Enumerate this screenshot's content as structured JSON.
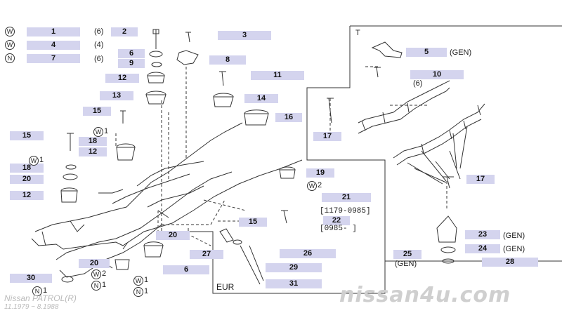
{
  "diagram": {
    "section_tag": "T",
    "region_tag": "EUR",
    "caption": {
      "model": "Nissan PATROL(R)",
      "date_range": "11.1979 ~ 8.1988"
    },
    "watermark": "nissan4u.com",
    "date_codes": [
      "[1179-0985]",
      "[0985-    ]"
    ],
    "legend": [
      {
        "code": "W",
        "part": "1",
        "qty": "(6)"
      },
      {
        "code": "W",
        "part": "4",
        "qty": "(4)"
      },
      {
        "code": "N",
        "part": "7",
        "qty": "(6)"
      }
    ],
    "callouts": [
      {
        "id": "c1",
        "text": "1"
      },
      {
        "id": "c2",
        "text": "2"
      },
      {
        "id": "c3",
        "text": "3"
      },
      {
        "id": "c4",
        "text": "4"
      },
      {
        "id": "c5",
        "text": "5"
      },
      {
        "id": "c6a",
        "text": "6"
      },
      {
        "id": "c7",
        "text": "7"
      },
      {
        "id": "c8",
        "text": "8"
      },
      {
        "id": "c9",
        "text": "9"
      },
      {
        "id": "c10",
        "text": "10"
      },
      {
        "id": "c11",
        "text": "11"
      },
      {
        "id": "c12a",
        "text": "12"
      },
      {
        "id": "c13",
        "text": "13"
      },
      {
        "id": "c14",
        "text": "14"
      },
      {
        "id": "c15a",
        "text": "15"
      },
      {
        "id": "c15b",
        "text": "15"
      },
      {
        "id": "c16",
        "text": "16"
      },
      {
        "id": "c17a",
        "text": "17"
      },
      {
        "id": "c17b",
        "text": "17"
      },
      {
        "id": "c18a",
        "text": "18"
      },
      {
        "id": "c12b",
        "text": "12"
      },
      {
        "id": "c18b",
        "text": "18"
      },
      {
        "id": "c19",
        "text": "19"
      },
      {
        "id": "c20a",
        "text": "20"
      },
      {
        "id": "c12c",
        "text": "12"
      },
      {
        "id": "c21",
        "text": "21"
      },
      {
        "id": "c15c",
        "text": "15"
      },
      {
        "id": "c22",
        "text": "22"
      },
      {
        "id": "c20b",
        "text": "20"
      },
      {
        "id": "c23",
        "text": "23"
      },
      {
        "id": "c24",
        "text": "24"
      },
      {
        "id": "c25",
        "text": "25"
      },
      {
        "id": "c26",
        "text": "26"
      },
      {
        "id": "c27",
        "text": "27"
      },
      {
        "id": "c28",
        "text": "28"
      },
      {
        "id": "c20c",
        "text": "20"
      },
      {
        "id": "c6b",
        "text": "6"
      },
      {
        "id": "c29",
        "text": "29"
      },
      {
        "id": "c30",
        "text": "30"
      },
      {
        "id": "c31",
        "text": "31"
      }
    ],
    "notes": {
      "gen": "(GEN)",
      "qty_6": "(6)",
      "qty_4": "(4)"
    },
    "fastener_codes": {
      "w": "W",
      "n": "N",
      "w1": "1",
      "w2": "2",
      "n1": "1"
    },
    "colors": {
      "label_bg": "#d4d4ee",
      "line": "#333333",
      "watermark": "#cfcfcf"
    }
  }
}
